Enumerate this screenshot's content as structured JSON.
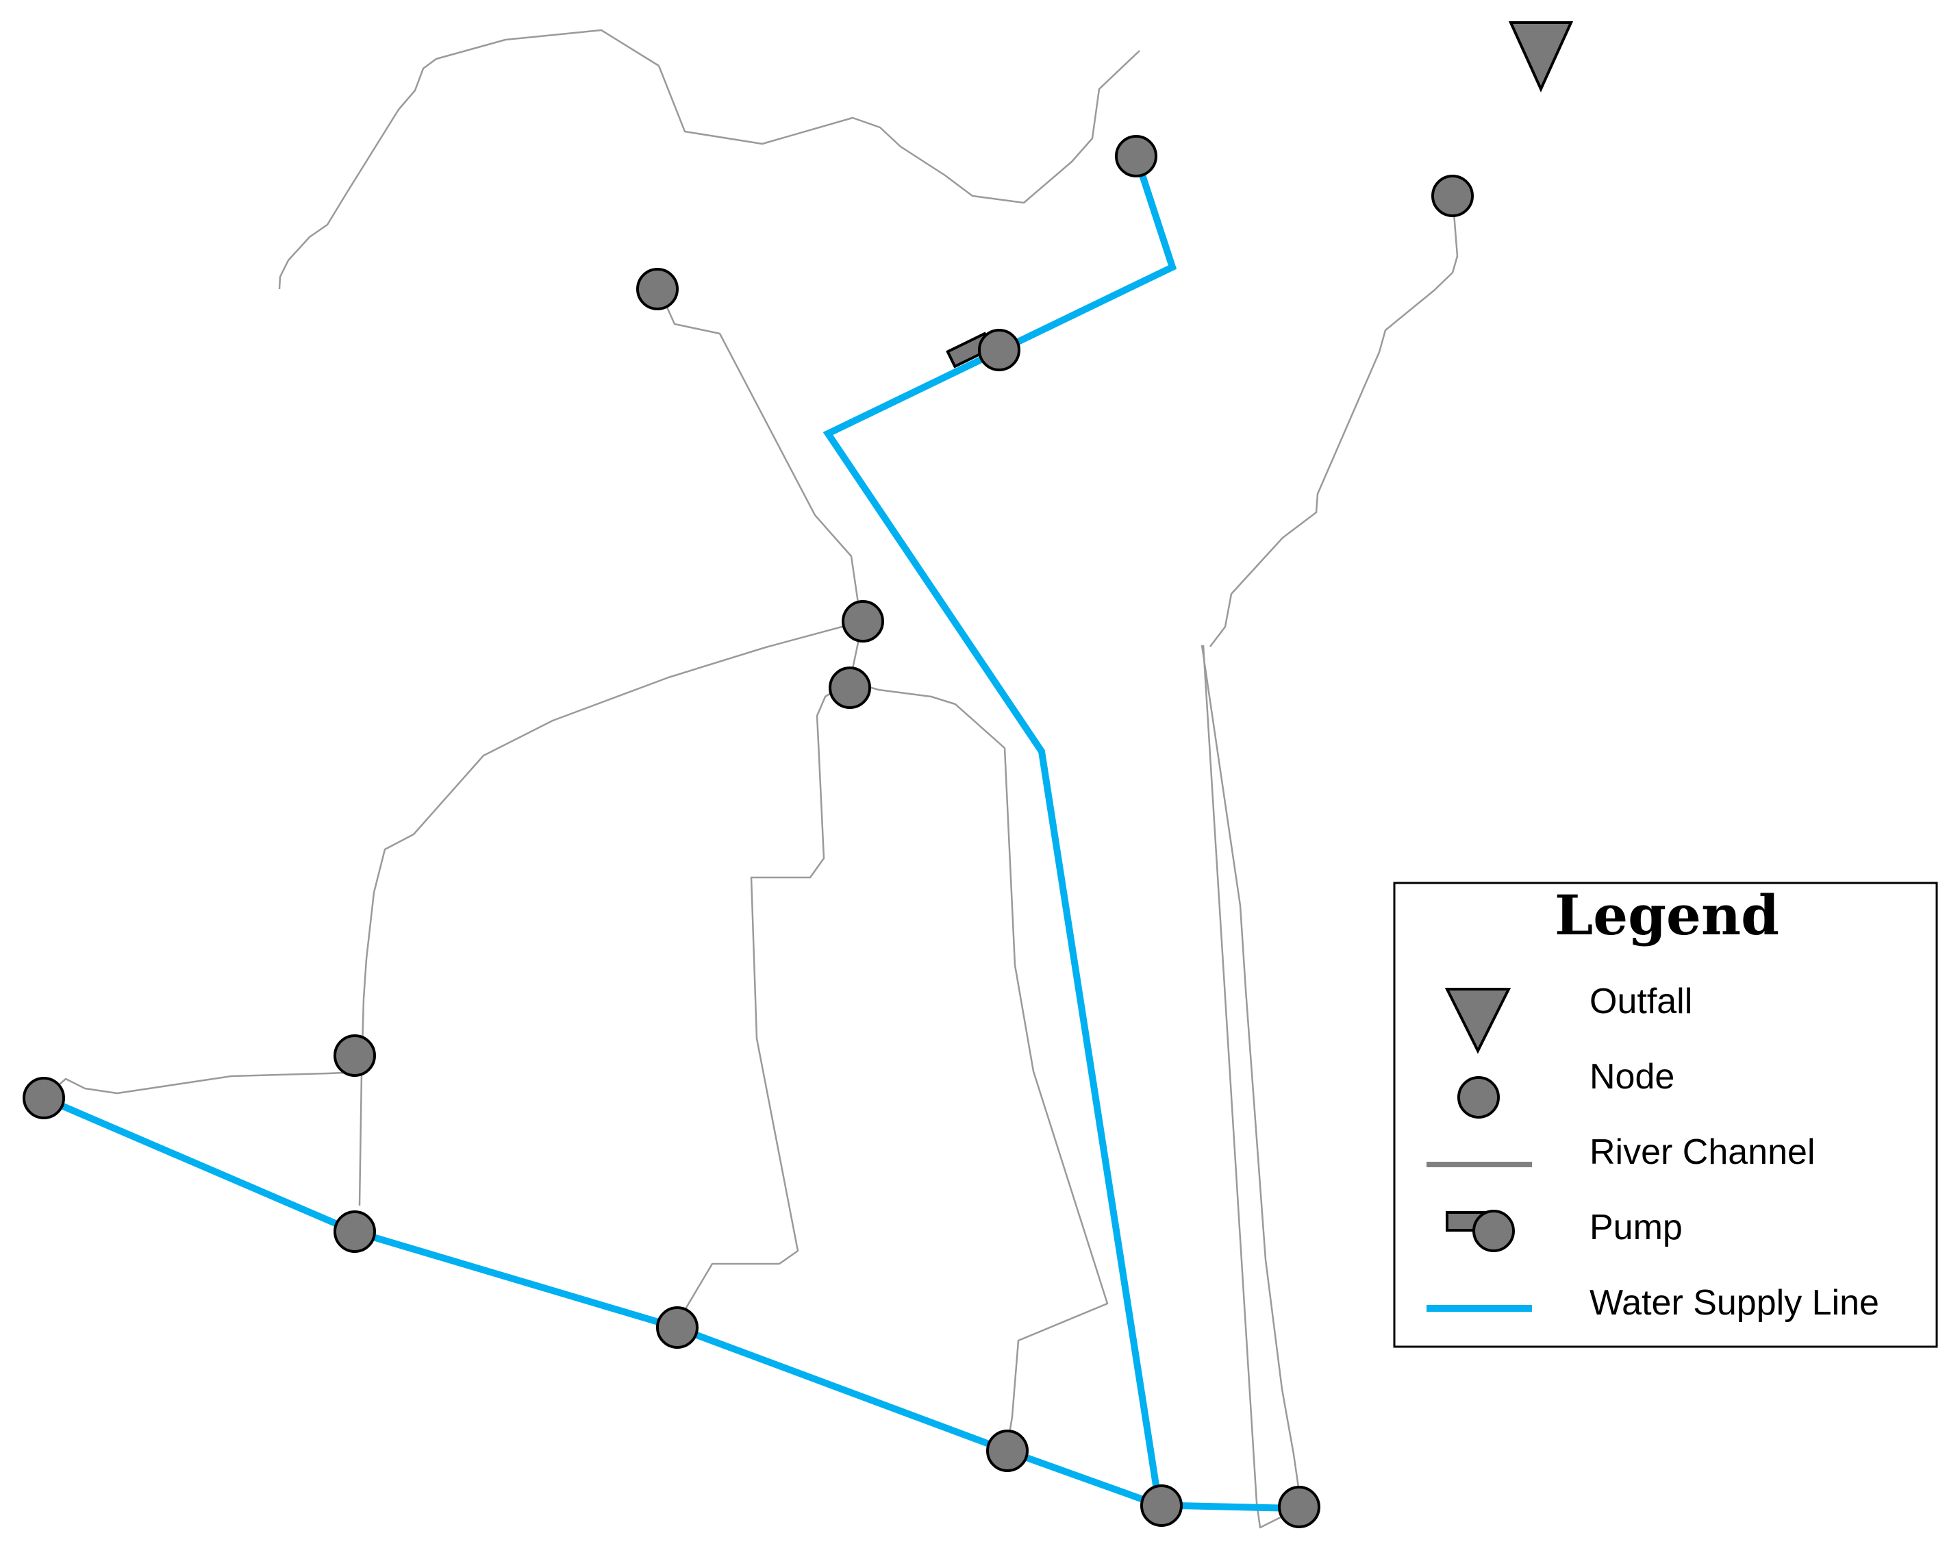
{
  "legend": {
    "title": "Legend",
    "items": [
      {
        "label": "Outfall",
        "symbol": "outfall"
      },
      {
        "label": "Node",
        "symbol": "node"
      },
      {
        "label": "River Channel",
        "symbol": "river"
      },
      {
        "label": "Pump",
        "symbol": "pump"
      },
      {
        "label": "Water Supply Line",
        "symbol": "supply"
      }
    ]
  },
  "colors": {
    "river": "#9a9a9a",
    "supply": "#00b0f0",
    "node_fill": "#7a7a7a",
    "outline": "#000000"
  }
}
